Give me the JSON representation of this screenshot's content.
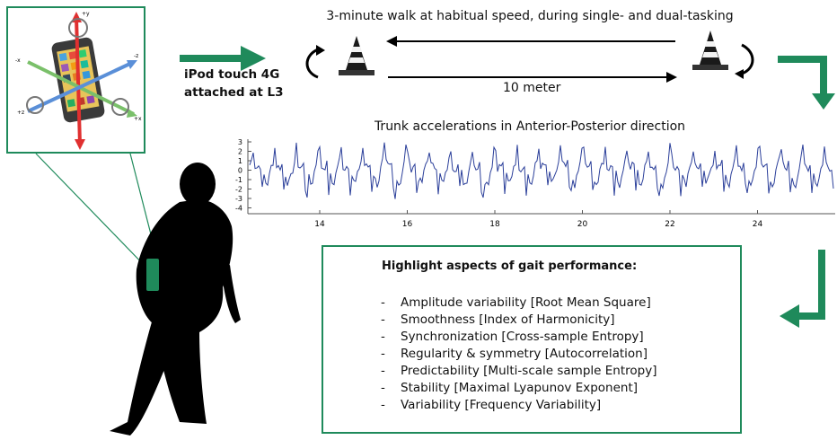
{
  "device": {
    "label_line1": "iPod touch 4G",
    "label_line2": "attached at L3"
  },
  "walk": {
    "title": "3-minute walk at habitual speed, during single- and dual-tasking",
    "distance": "10 meter"
  },
  "signal": {
    "title": "Trunk accelerations in Anterior-Posterior direction"
  },
  "aspects": {
    "heading": "Highlight aspects of gait performance:",
    "items": [
      "Amplitude variability [Root Mean Square]",
      "Smoothness [Index of Harmonicity]",
      "Synchronization [Cross-sample Entropy]",
      "Regularity & symmetry [Autocorrelation]",
      "Predictability [Multi-scale sample Entropy]",
      "Stability [Maximal Lyapunov Exponent]",
      "Variability [Frequency Variability]"
    ]
  },
  "axes": {
    "x_ticks": [
      "14",
      "16",
      "18",
      "20",
      "22",
      "24"
    ],
    "y_ticks": [
      "3",
      "2",
      "1",
      "0",
      "-1",
      "-2",
      "-3",
      "-4"
    ],
    "axis_labels": [
      "+y",
      "-x",
      "+z",
      "-z",
      "+x"
    ]
  },
  "colors": {
    "accent": "#1f8a5b",
    "signal": "#2b3f9a",
    "silhouette": "#000000"
  }
}
